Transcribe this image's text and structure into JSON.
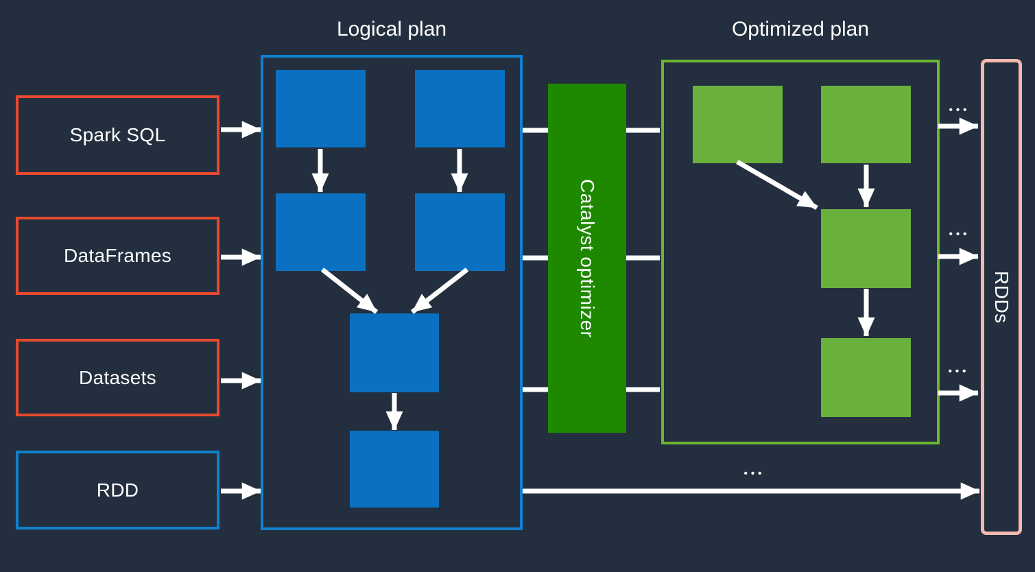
{
  "colors": {
    "bg": "#232f3e",
    "arrow": "#ffffff",
    "text": "#ffffff"
  },
  "inputs": [
    {
      "label": "Spark SQL",
      "border_color": "#e8492f"
    },
    {
      "label": "DataFrames",
      "border_color": "#e8492f"
    },
    {
      "label": "Datasets",
      "border_color": "#e8492f"
    },
    {
      "label": "RDD",
      "border_color": "#1181ce"
    }
  ],
  "logical_plan": {
    "title": "Logical plan",
    "border_color": "#1181ce",
    "node_color": "#0a71c2",
    "node_count": 6
  },
  "catalyst": {
    "label": "Catalyst optimizer",
    "fill_color": "#1e8900"
  },
  "optimized_plan": {
    "title": "Optimized plan",
    "border_color": "#6cb52e",
    "node_color": "#69b13c",
    "node_count": 4
  },
  "output": {
    "label": "RDDs",
    "border_color": "#f5b9ae"
  },
  "ellipsis": "•••"
}
